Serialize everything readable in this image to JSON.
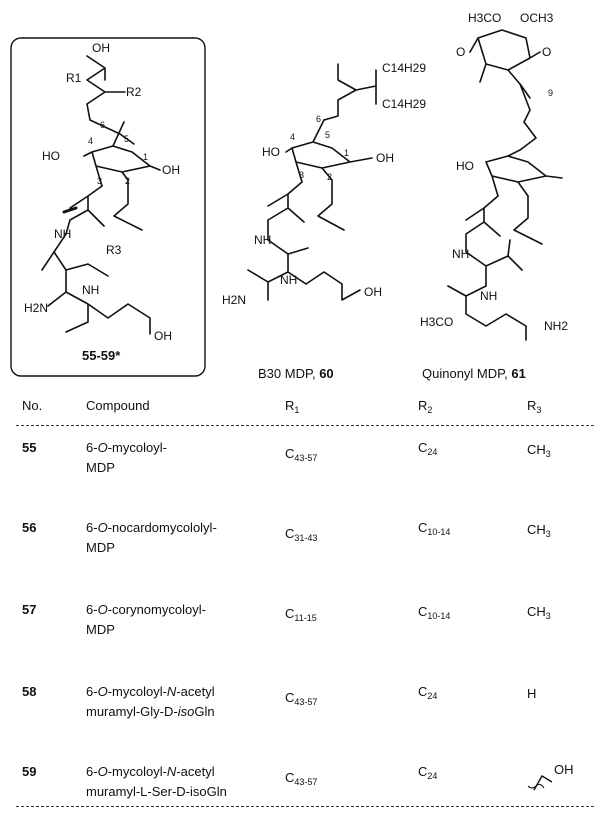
{
  "boxed_structure": {
    "caption": "55-59*",
    "labels": {
      "oh_top": "OH",
      "r1": "R1",
      "r2": "R2",
      "ho": "HO",
      "oh_anomeric": "OH",
      "n1": "1",
      "n2": "2",
      "n3": "3",
      "n4": "4",
      "n5": "5",
      "n6": "6",
      "nh_a": "NH",
      "nh_b": "NH",
      "r3": "R3",
      "h2n": "H2N",
      "oh_acid": "OH"
    }
  },
  "structure_60": {
    "caption_text": "B30 MDP,",
    "caption_num": "60",
    "labels": {
      "c14_a": "C14H29",
      "c14_b": "C14H29",
      "ho": "HO",
      "oh": "OH",
      "n1": "1",
      "n2": "2",
      "n3": "3",
      "n4": "4",
      "n5": "5",
      "n6": "6",
      "nh_a": "NH",
      "nh_b": "NH",
      "h2n": "H2N",
      "oh_acid": "OH"
    }
  },
  "structure_61": {
    "caption_text": "Quinonyl MDP,",
    "caption_num": "61",
    "labels": {
      "h3co": "H3CO",
      "och3": "OCH3",
      "o_left": "O",
      "o_right": "O",
      "n9": "9",
      "ho": "HO",
      "nh_a": "NH",
      "nh_b": "NH",
      "h3co_ester": "H3CO",
      "nh2": "NH2"
    }
  },
  "table": {
    "headers": {
      "no": "No.",
      "compound": "Compound",
      "r1": "R1",
      "r2": "R2",
      "r3": "R3"
    },
    "rows": [
      {
        "no": "55",
        "compound_line1": "6-O-mycoloyl-",
        "compound_line2": "MDP",
        "r1": "C43-57",
        "r2": "C24",
        "r3": "CH3"
      },
      {
        "no": "56",
        "compound_line1": "6-O-nocardomycololyl-",
        "compound_line2": "MDP",
        "r1": "C31-43",
        "r2": "C10-14",
        "r3": "CH3"
      },
      {
        "no": "57",
        "compound_line1": "6-O-corynomycoloyl-",
        "compound_line2": "MDP",
        "r1": "C11-15",
        "r2": "C10-14",
        "r3": "CH3"
      },
      {
        "no": "58",
        "compound_line1": "6-O-mycoloyl-N-acetyl",
        "compound_line2": "muramyl-Gly-D-isoGln",
        "r1": "C43-57",
        "r2": "C24",
        "r3": "H"
      },
      {
        "no": "59",
        "compound_line1": "6-O-mycoloyl-N-acetyl",
        "compound_line2": "muramyl-L-Ser-D-isoGln",
        "r1": "C43-57",
        "r2": "C24",
        "r3": "OH"
      }
    ]
  }
}
